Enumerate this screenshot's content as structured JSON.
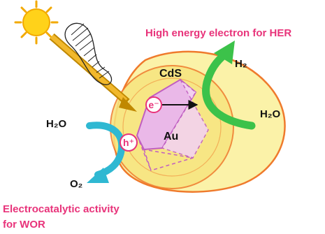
{
  "labels": {
    "her_caption": "High energy electron for HER",
    "shell": "CdS",
    "core": "Au",
    "h2o_left": "H₂O",
    "h2o_right": "H₂O",
    "h2_product": "H₂",
    "o2_product": "O₂",
    "electron": "e⁻",
    "hole": "h⁺",
    "wor_caption_line1": "Electrocatalytic activity",
    "wor_caption_line2": "for WOR"
  },
  "icons": {
    "light_source": "sun-icon",
    "light_wave": "light-wave-icon"
  },
  "colors": {
    "sun": "#ffd21a",
    "sun_rays": "#f2a900",
    "light_beam": "#f1b82d",
    "shell_fill": "#fbf2a8",
    "shell_stroke": "#ef7a2c",
    "core_fill": "#eab8e8",
    "core_stroke": "#c05ec0",
    "green_arrow": "#3cc24a",
    "cyan_arrow": "#2fb8d2",
    "accent_text": "#e8337a"
  }
}
